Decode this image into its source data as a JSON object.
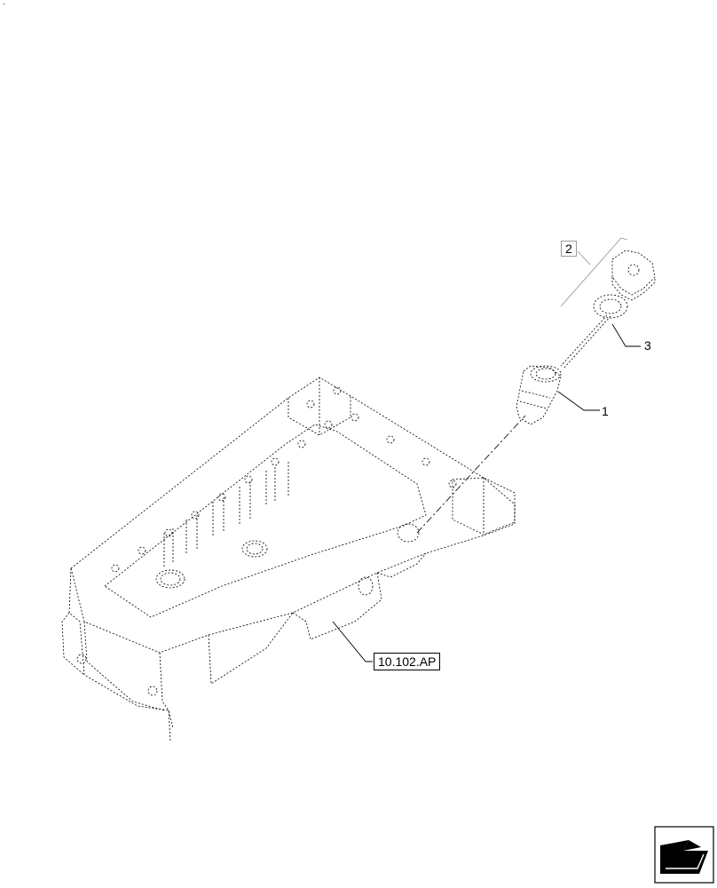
{
  "page_mark": "·",
  "callouts": {
    "part_1": "1",
    "part_2": "2",
    "part_3": "3",
    "reference": "10.102.AP"
  },
  "icons": {
    "navigation": "next-page-arrow-icon"
  },
  "colors": {
    "line": "#000000",
    "leader_grey": "#9a9a9a",
    "background": "#ffffff"
  }
}
